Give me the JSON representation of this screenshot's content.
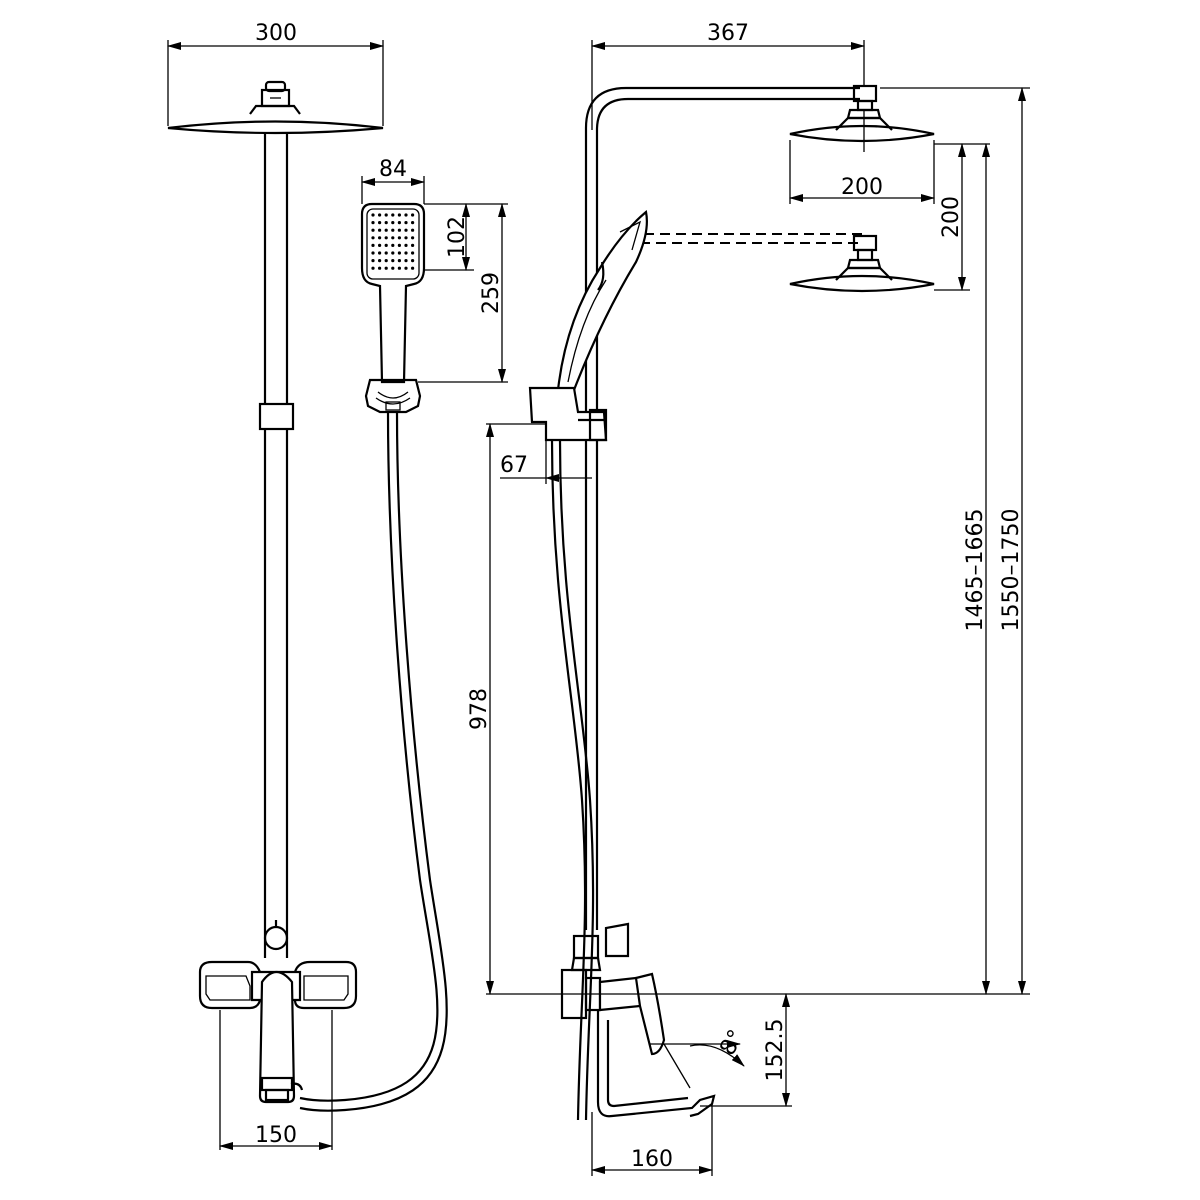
{
  "dimensions": {
    "head_width_front": "300",
    "hand_width": "84",
    "hand_head_height": "102",
    "hand_total_length": "259",
    "arm_reach": "367",
    "head_width_side": "200",
    "head_drop": "200",
    "holder_offset": "67",
    "holder_height": "978",
    "slide_range": "1465–1665",
    "total_height_range": "1550–1750",
    "handle_angle": "8°",
    "spout_height": "152.5",
    "spout_reach": "160",
    "mixer_centers": "150"
  },
  "colors": {
    "line": "#000000",
    "background": "#ffffff"
  }
}
